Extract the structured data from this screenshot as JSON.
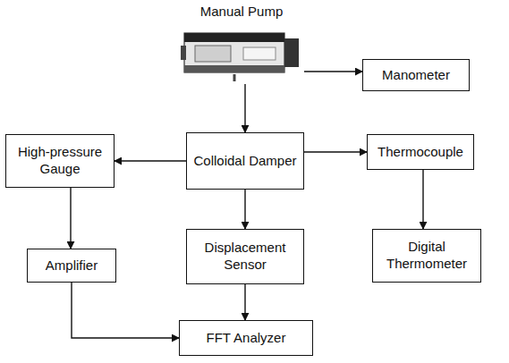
{
  "diagram": {
    "nodes": [
      {
        "text": [
          "Manual Pump"
        ]
      },
      {
        "text": [
          "Manometer"
        ]
      },
      {
        "text": [
          "High-pressure Gauge"
        ]
      },
      {
        "text": [
          "Colloidal Damper"
        ]
      },
      {
        "text": [
          "Thermocouple"
        ]
      },
      {
        "text": [
          "Amplifier"
        ]
      },
      {
        "text": [
          "Displacement Sensor"
        ]
      },
      {
        "text": [
          "Digital Thermometer"
        ]
      },
      {
        "text": [
          "FFT Analyzer"
        ]
      }
    ],
    "edges": [
      {
        "from": 0,
        "to": 1,
        "arrow": "to"
      },
      {
        "from": 0,
        "to": 3,
        "arrow": "to"
      },
      {
        "from": 3,
        "to": 2,
        "arrow": "to"
      },
      {
        "from": 3,
        "to": 6,
        "arrow": "to"
      },
      {
        "from": 3,
        "to": 4,
        "arrow": "to"
      },
      {
        "from": 2,
        "to": 5,
        "arrow": "to"
      },
      {
        "from": 4,
        "to": 7,
        "arrow": "to"
      },
      {
        "from": 6,
        "to": 8,
        "arrow": "to"
      },
      {
        "from": 5,
        "to": 8,
        "arrow": "to"
      }
    ]
  }
}
